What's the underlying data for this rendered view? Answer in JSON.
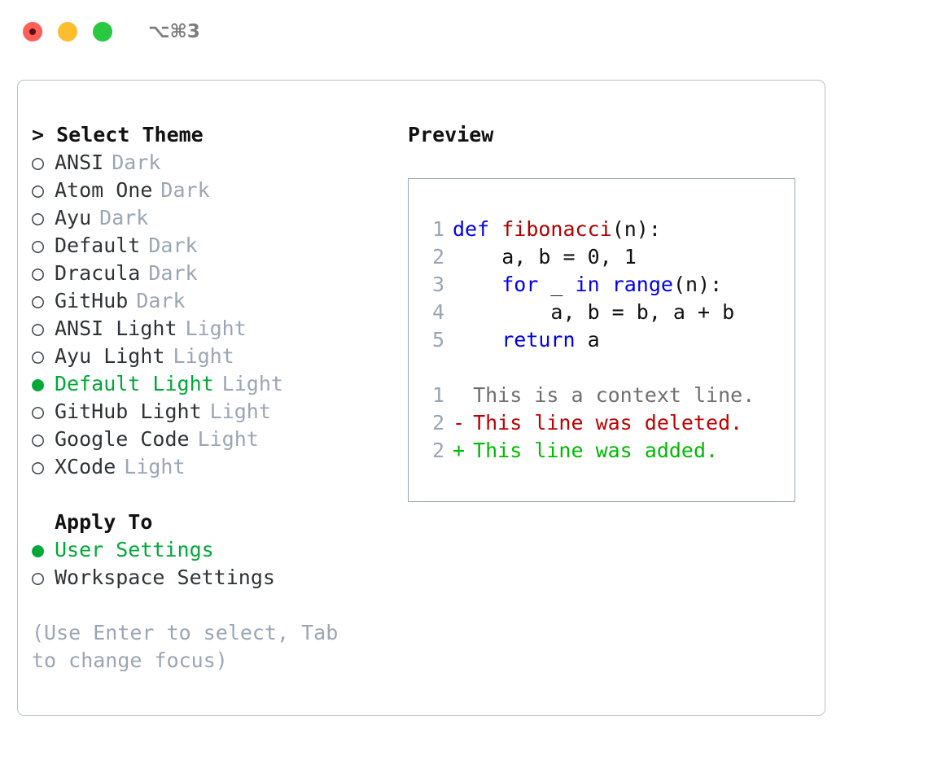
{
  "titlebar": {
    "shortcut": "⌥⌘3",
    "buttons": [
      {
        "name": "close",
        "color": "#ff5f57"
      },
      {
        "name": "minimize",
        "color": "#ffbd2e"
      },
      {
        "name": "maximize",
        "color": "#28c840"
      }
    ]
  },
  "theme_picker": {
    "header": "> Select Theme",
    "items": [
      {
        "marker": "○",
        "label": "ANSI",
        "category": "Dark",
        "selected": false
      },
      {
        "marker": "○",
        "label": "Atom One",
        "category": "Dark",
        "selected": false
      },
      {
        "marker": "○",
        "label": "Ayu",
        "category": "Dark",
        "selected": false
      },
      {
        "marker": "○",
        "label": "Default",
        "category": "Dark",
        "selected": false
      },
      {
        "marker": "○",
        "label": "Dracula",
        "category": "Dark",
        "selected": false
      },
      {
        "marker": "○",
        "label": "GitHub",
        "category": "Dark",
        "selected": false
      },
      {
        "marker": "○",
        "label": "ANSI Light",
        "category": "Light",
        "selected": false
      },
      {
        "marker": "○",
        "label": "Ayu Light",
        "category": "Light",
        "selected": false
      },
      {
        "marker": "●",
        "label": "Default Light",
        "category": "Light",
        "selected": true
      },
      {
        "marker": "○",
        "label": "GitHub Light",
        "category": "Light",
        "selected": false
      },
      {
        "marker": "○",
        "label": "Google Code",
        "category": "Light",
        "selected": false
      },
      {
        "marker": "○",
        "label": "XCode",
        "category": "Light",
        "selected": false
      }
    ]
  },
  "apply_to": {
    "header": "Apply To",
    "items": [
      {
        "marker": "●",
        "label": "User Settings",
        "selected": true
      },
      {
        "marker": "○",
        "label": "Workspace Settings",
        "selected": false
      }
    ]
  },
  "hint": "(Use Enter to select, Tab to change focus)",
  "preview": {
    "title": "Preview",
    "code_lines": [
      {
        "number": "1",
        "tokens": [
          {
            "text": "def ",
            "type": "kw"
          },
          {
            "text": "fibonacci",
            "type": "fn"
          },
          {
            "text": "(n):",
            "type": "pun"
          }
        ]
      },
      {
        "number": "2",
        "tokens": [
          {
            "text": "    a, b = 0, 1",
            "type": "id"
          }
        ]
      },
      {
        "number": "3",
        "tokens": [
          {
            "text": "    ",
            "type": "id"
          },
          {
            "text": "for",
            "type": "kw"
          },
          {
            "text": " _ ",
            "type": "id"
          },
          {
            "text": "in",
            "type": "kw"
          },
          {
            "text": " ",
            "type": "id"
          },
          {
            "text": "range",
            "type": "kw"
          },
          {
            "text": "(n):",
            "type": "pun"
          }
        ]
      },
      {
        "number": "4",
        "tokens": [
          {
            "text": "        a, b = b, a + b",
            "type": "id"
          }
        ]
      },
      {
        "number": "5",
        "tokens": [
          {
            "text": "    ",
            "type": "id"
          },
          {
            "text": "return",
            "type": "kw"
          },
          {
            "text": " a",
            "type": "id"
          }
        ]
      }
    ],
    "diff_lines": [
      {
        "number": "1",
        "sign": " ",
        "text": "This is a context line.",
        "kind": "ctx"
      },
      {
        "number": "2",
        "sign": "-",
        "text": "This line was deleted.",
        "kind": "del"
      },
      {
        "number": "2",
        "sign": "+",
        "text": "This line was added.",
        "kind": "add"
      }
    ]
  },
  "colors": {
    "accent_green": "#00a838",
    "muted": "#9aa5b5",
    "keyword_blue": "#0000ee",
    "function_red": "#b00000",
    "diff_delete": "#c00000",
    "diff_add": "#00bb00",
    "panel_border": "#b9bfc9"
  }
}
